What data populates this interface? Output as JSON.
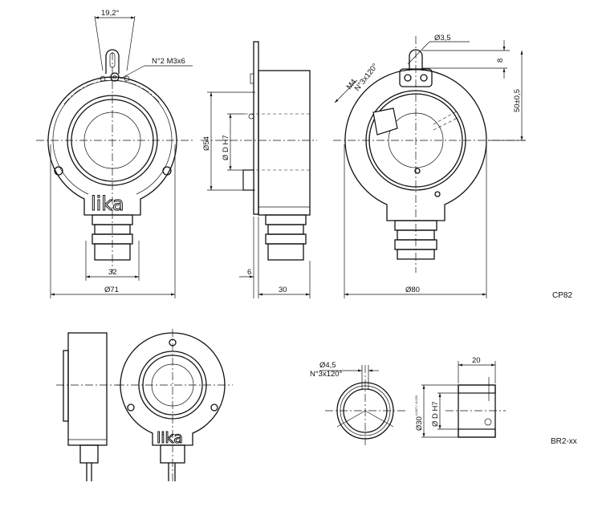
{
  "title_codes": {
    "top": "CP82",
    "bottom": "BR2-xx"
  },
  "logo": "lika",
  "front_view": {
    "angle": "19,2°",
    "screws": "N°2 M3x6",
    "connector_width": "32",
    "diameter": "Ø71"
  },
  "side_view": {
    "diameter_outer": "Ø54",
    "bore": "Ø D H7",
    "flange": "6",
    "depth": "30"
  },
  "rear_view": {
    "hole": "Ø3,5",
    "slot": "8",
    "height": "50±0,5",
    "thread": "M4",
    "thread_count": "N°3x120°",
    "diameter": "Ø80"
  },
  "sleeve": {
    "hole": "Ø4,5",
    "hole_count": "N°3x120°",
    "length": "20",
    "outer": "Ø30",
    "outer_tol": "-0,007 / -0,020",
    "bore": "Ø D H7"
  }
}
